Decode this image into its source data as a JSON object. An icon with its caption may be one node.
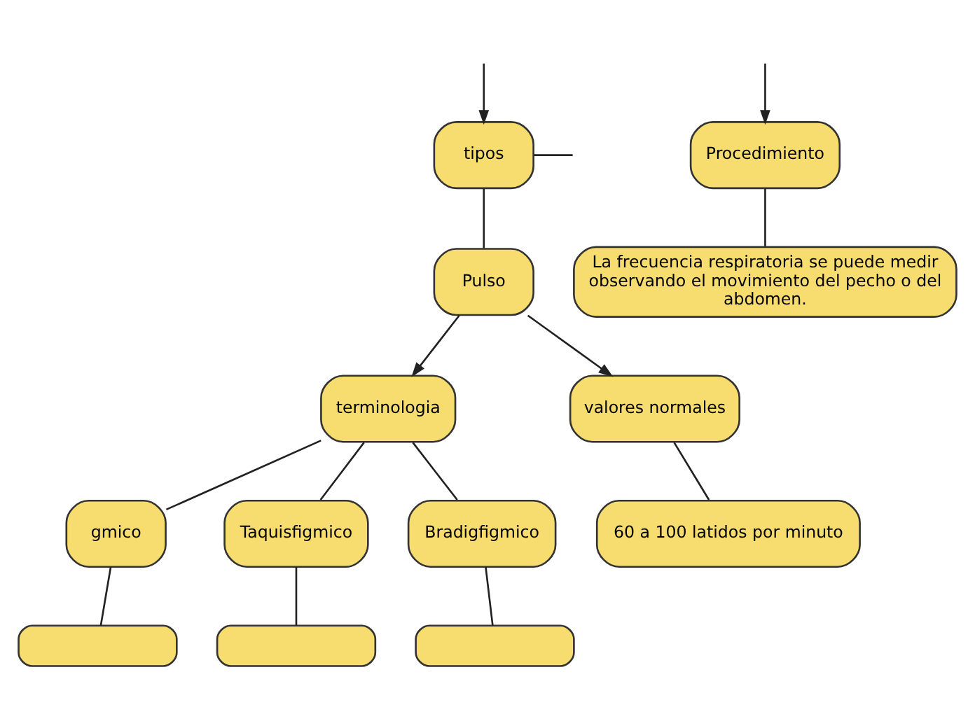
{
  "diagram": {
    "nodes": [
      {
        "text": [
          "tipos"
        ]
      },
      {
        "text": [
          "Pulso"
        ]
      },
      {
        "text": [
          "terminologia"
        ]
      },
      {
        "text": [
          "valores normales"
        ]
      },
      {
        "text": [
          "Procedimiento"
        ]
      },
      {
        "text": [
          "gmico"
        ]
      },
      {
        "text": [
          "Taquisfigmico"
        ]
      },
      {
        "text": [
          "Bradigfigmico"
        ]
      },
      {
        "text": [
          "60 a 100 latidos por minuto"
        ]
      },
      {
        "text": [
          "La frecuencia respiratoria se puede medir observando el movimiento del pecho o del abdomen."
        ]
      },
      {
        "text": [],
        "shape": "box"
      },
      {
        "text": [],
        "shape": "box"
      },
      {
        "text": [],
        "shape": "box"
      }
    ],
    "edges": [
      {
        "from": null,
        "to": 0,
        "arrow": "to"
      },
      {
        "from": 0,
        "to": 1,
        "arrow": "none"
      },
      {
        "from": 0,
        "to": null,
        "arrow": "none"
      },
      {
        "from": 1,
        "to": 2,
        "arrow": "to"
      },
      {
        "from": 1,
        "to": 3,
        "arrow": "to"
      },
      {
        "from": null,
        "to": 4,
        "arrow": "to"
      },
      {
        "from": 2,
        "to": 5,
        "arrow": "none"
      },
      {
        "from": 2,
        "to": 6,
        "arrow": "none"
      },
      {
        "from": 2,
        "to": 7,
        "arrow": "none"
      },
      {
        "from": 3,
        "to": 8,
        "arrow": "none"
      },
      {
        "from": 4,
        "to": 9,
        "arrow": "none"
      },
      {
        "from": 5,
        "to": 10,
        "arrow": "none"
      },
      {
        "from": 6,
        "to": 11,
        "arrow": "none"
      },
      {
        "from": 7,
        "to": 12,
        "arrow": "none"
      }
    ]
  }
}
